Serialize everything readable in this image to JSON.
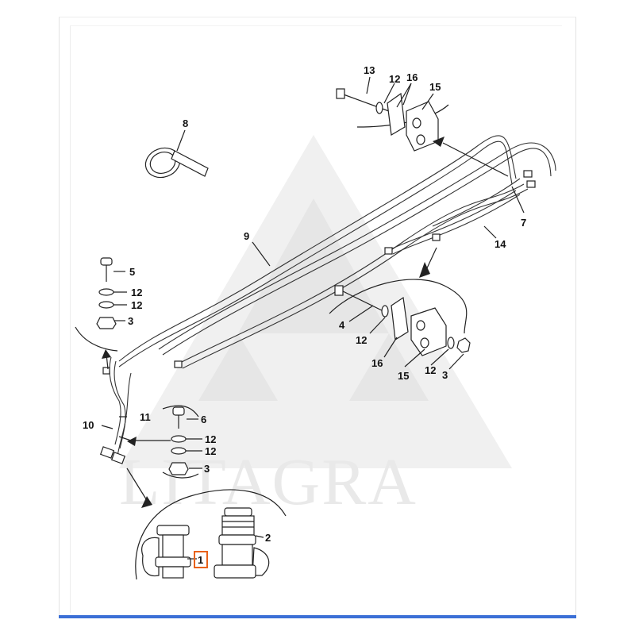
{
  "watermark": {
    "text": "LITAGRA",
    "color": "#e9e9e9"
  },
  "highlight_color": "#e8621a",
  "callouts": [
    {
      "id": "c13",
      "text": "13"
    },
    {
      "id": "c12a",
      "text": "12"
    },
    {
      "id": "c16a",
      "text": "16"
    },
    {
      "id": "c15a",
      "text": "15"
    },
    {
      "id": "c8",
      "text": "8"
    },
    {
      "id": "c9",
      "text": "9"
    },
    {
      "id": "c7",
      "text": "7"
    },
    {
      "id": "c14",
      "text": "14"
    },
    {
      "id": "c5",
      "text": "5"
    },
    {
      "id": "c12b",
      "text": "12"
    },
    {
      "id": "c12c",
      "text": "12"
    },
    {
      "id": "c3a",
      "text": "3"
    },
    {
      "id": "c4",
      "text": "4"
    },
    {
      "id": "c12d",
      "text": "12"
    },
    {
      "id": "c16b",
      "text": "16"
    },
    {
      "id": "c15b",
      "text": "15"
    },
    {
      "id": "c12e",
      "text": "12"
    },
    {
      "id": "c3b",
      "text": "3"
    },
    {
      "id": "c10",
      "text": "10"
    },
    {
      "id": "c11",
      "text": "11"
    },
    {
      "id": "c6",
      "text": "6"
    },
    {
      "id": "c12f",
      "text": "12"
    },
    {
      "id": "c12g",
      "text": "12"
    },
    {
      "id": "c3c",
      "text": "3"
    },
    {
      "id": "c2",
      "text": "2"
    },
    {
      "id": "c1",
      "text": "1",
      "highlighted": true
    }
  ]
}
